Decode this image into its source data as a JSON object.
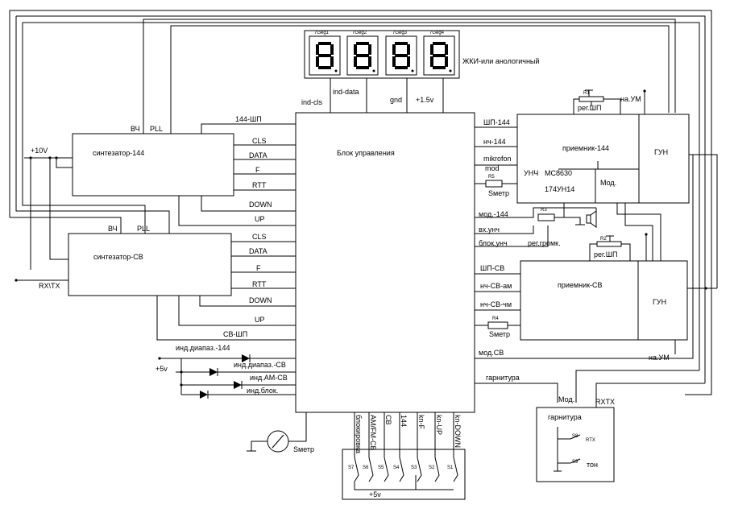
{
  "display": {
    "digit_labels": [
      "7Geg1",
      "7Geg2",
      "7Geg3",
      "7Geg4"
    ],
    "note": "ЖКИ-или анологичный",
    "pins": [
      "ind-cls",
      "ind-data",
      "gnd",
      "+1.5v"
    ]
  },
  "control_unit": {
    "title": "Блок управления"
  },
  "synth144": {
    "title": "синтезатор-144",
    "vch": "ВЧ",
    "pll": "PLL",
    "shp": "144-ШП",
    "signals": [
      "CLS",
      "DATA",
      "F",
      "RTT",
      "DOWN",
      "UP"
    ]
  },
  "synthSV": {
    "title": "синтезатор-СВ",
    "vch": "ВЧ",
    "pll": "PLL",
    "shp": "СВ-ШП",
    "signals": [
      "CLS",
      "DATA",
      "F",
      "RTT",
      "DOWN",
      "UP"
    ]
  },
  "power": {
    "v10": "+10V",
    "rxtx": "RX\\TX",
    "v5": "+5v"
  },
  "indicators": [
    "инд.диапаз.-144",
    "инд.диапаз.-СВ",
    "инд.АМ-СВ",
    "инд.блок."
  ],
  "rx144": {
    "title": "приемник-144",
    "gun": "ГУН",
    "unch": "УНЧ",
    "chip1": "МС8630",
    "chip2": "174УН14",
    "mod": "Мод.",
    "r1": "R1",
    "reg_shp": "рег.ШП",
    "na_um": "на.УМ"
  },
  "rxSV": {
    "title": "приемник-СВ",
    "gun": "ГУН",
    "r2": "R2",
    "reg_shp": "рег.ШП",
    "na_um": "на.УМ"
  },
  "right_signals": {
    "shp144": "ШП-144",
    "nch144": "нч-144",
    "mikrofon": "mikrofon",
    "mod": "mod",
    "r5": "R5",
    "smetr1": "Sметр",
    "mod144": "мод.-144",
    "vx_unch": "вх.унч",
    "blok_unch": "блок.унч",
    "r3": "R3",
    "reg_gromk": "рег.громк.",
    "shpSV": "ШП-СВ",
    "nch_sv_am": "нч-СВ-ам",
    "nch_sv_chm": "нч-СВ-чм",
    "r4": "R4",
    "smetr2": "Sметр",
    "modSV": "мод.СВ",
    "garnitura": "гарнитура"
  },
  "headset": {
    "title": "гарнитура",
    "mod": "Мод.",
    "rxtx": "RXTX",
    "s8": "S8",
    "rtx": "RTX",
    "s9": "S9",
    "ton": "тон"
  },
  "buttons": {
    "labels": [
      "блокировка",
      "AM/FM-CB",
      "CB",
      "144",
      "kn-F",
      "kn-UP",
      "kn-DOWN"
    ],
    "switches": [
      "S7",
      "S6",
      "S5",
      "S4",
      "S3",
      "S2",
      "S1"
    ],
    "v5": "+5v"
  },
  "meter": {
    "label": "Sметр"
  }
}
